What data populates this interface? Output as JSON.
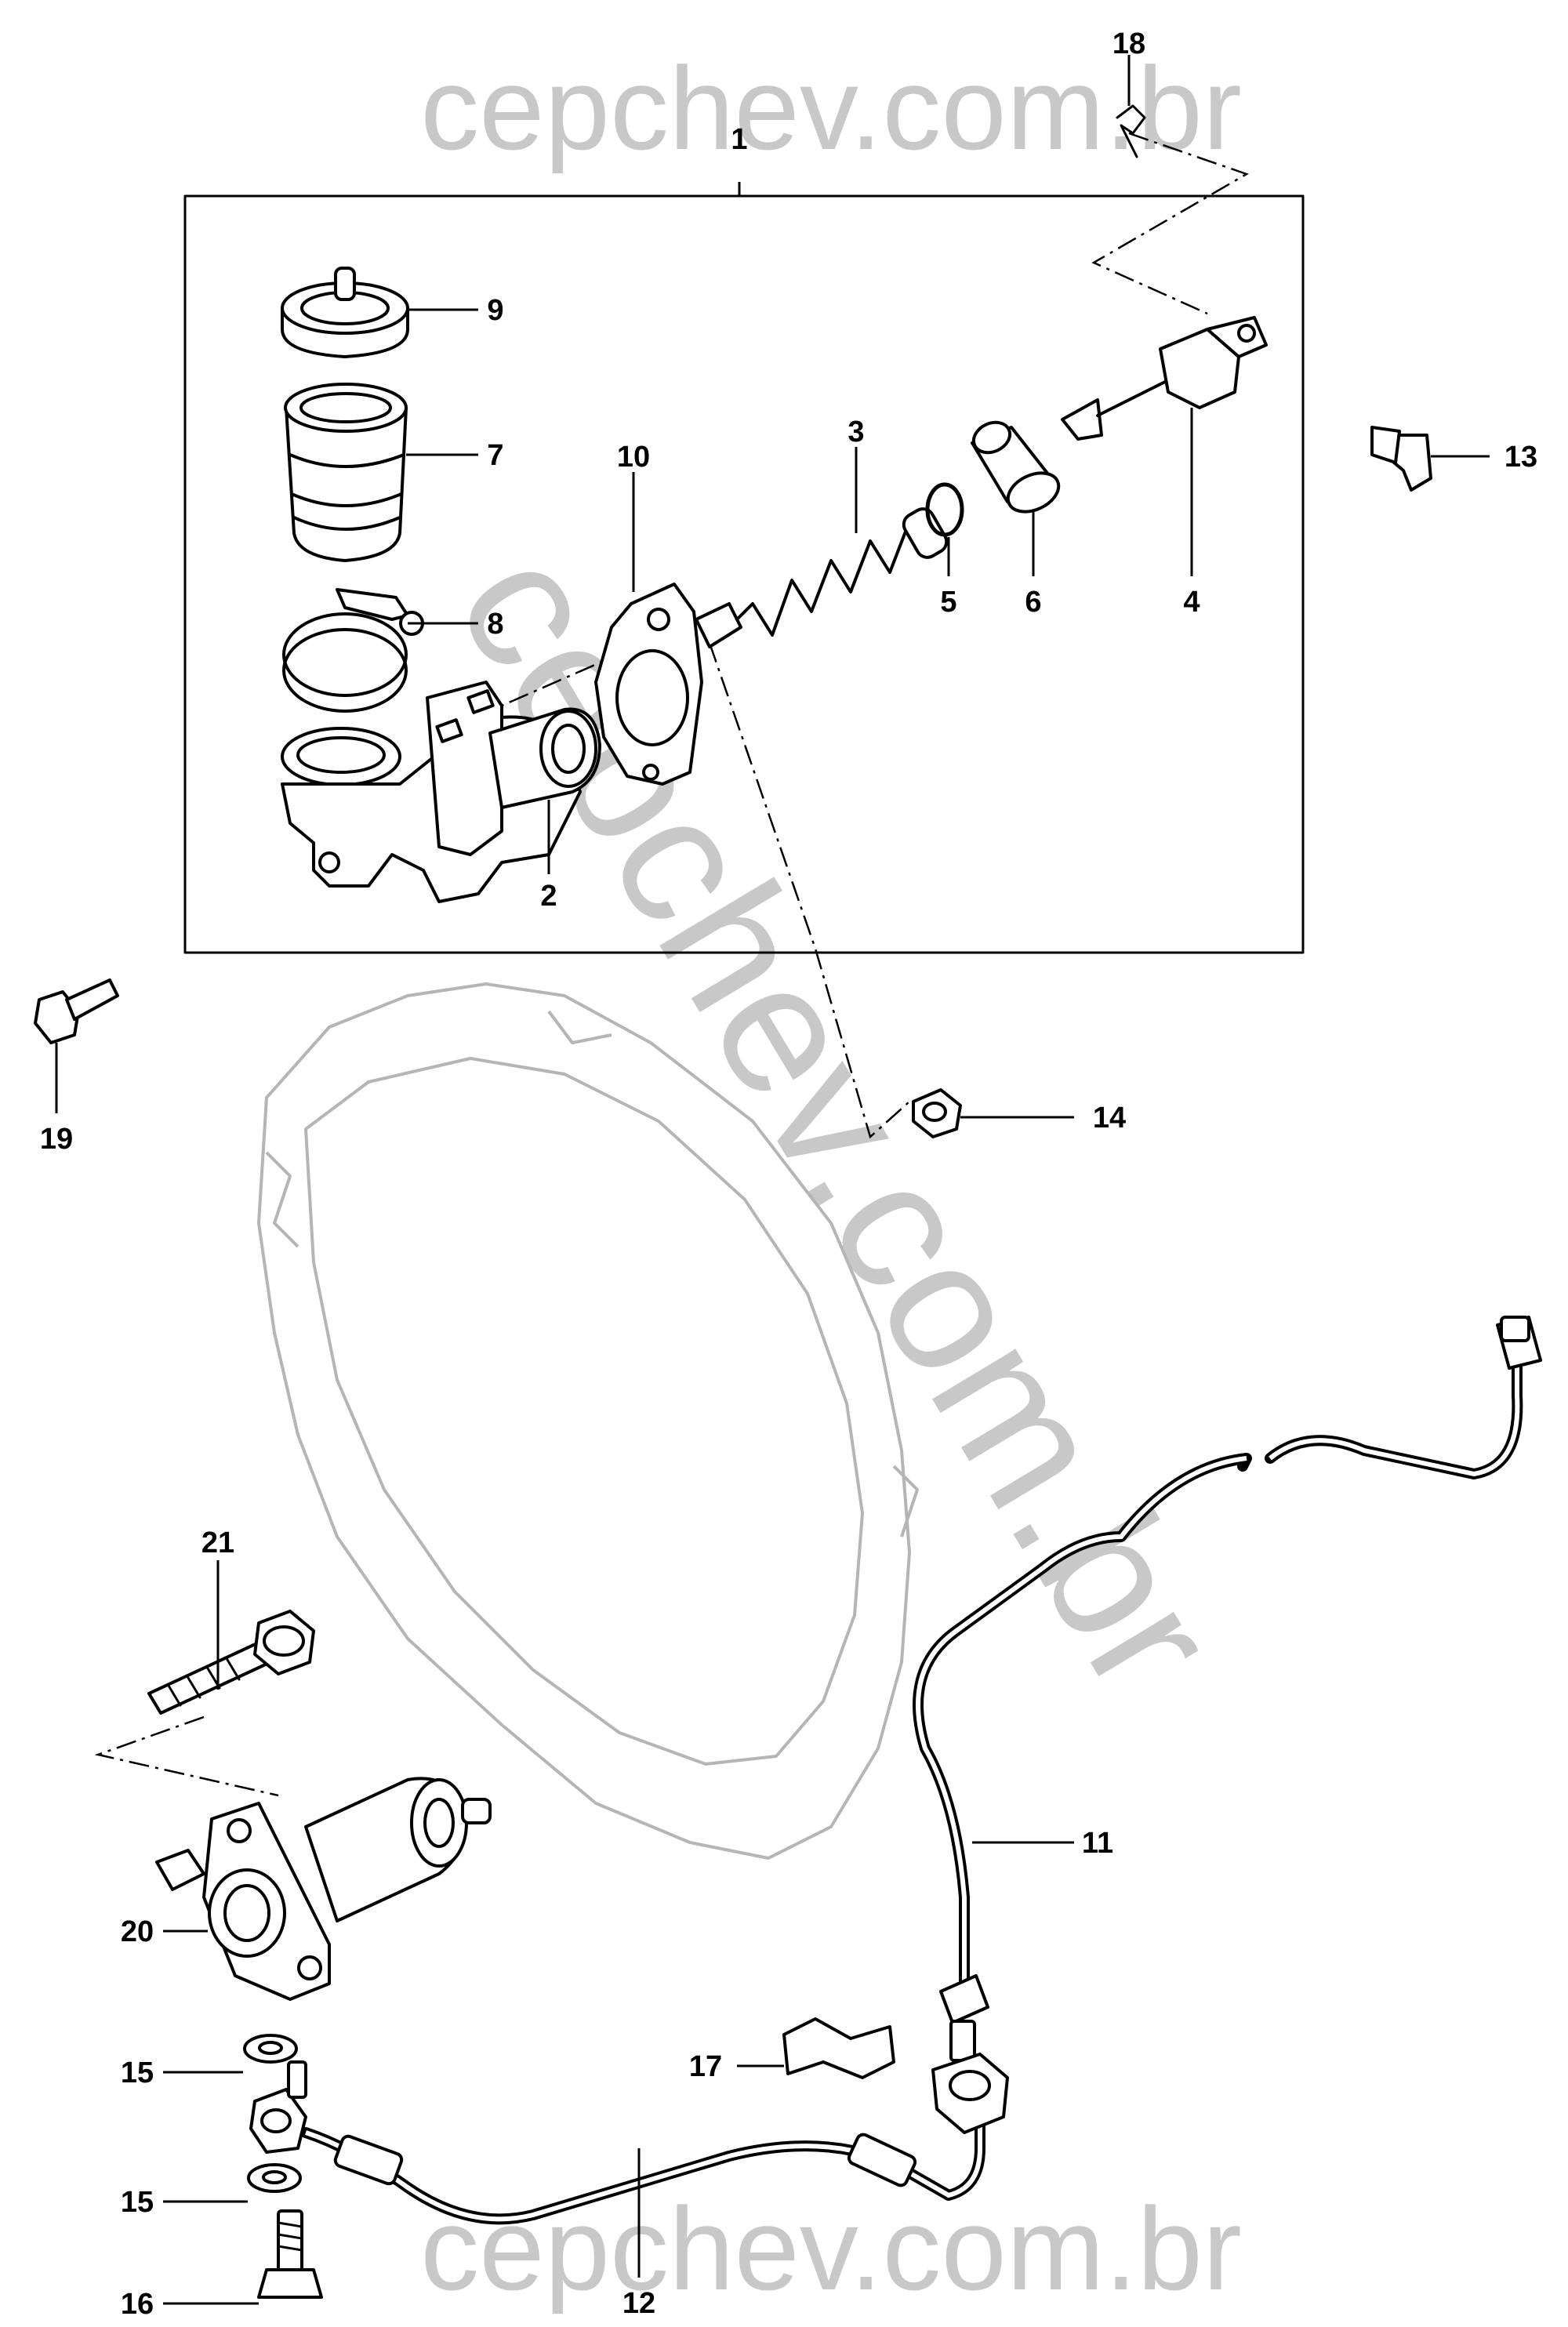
{
  "watermarks": {
    "top": "cepchev.com.br",
    "diagonal": "cepchev.com.br",
    "bottom": "cepchev.com.br"
  },
  "callouts": {
    "c1": "1",
    "c2": "2",
    "c3": "3",
    "c4": "4",
    "c5": "5",
    "c6": "6",
    "c7": "7",
    "c8": "8",
    "c9": "9",
    "c10": "10",
    "c11": "11",
    "c12": "12",
    "c13": "13",
    "c14": "14",
    "c15a": "15",
    "c15b": "15",
    "c16": "16",
    "c17": "17",
    "c18": "18",
    "c19": "19",
    "c20": "20",
    "c21": "21"
  }
}
